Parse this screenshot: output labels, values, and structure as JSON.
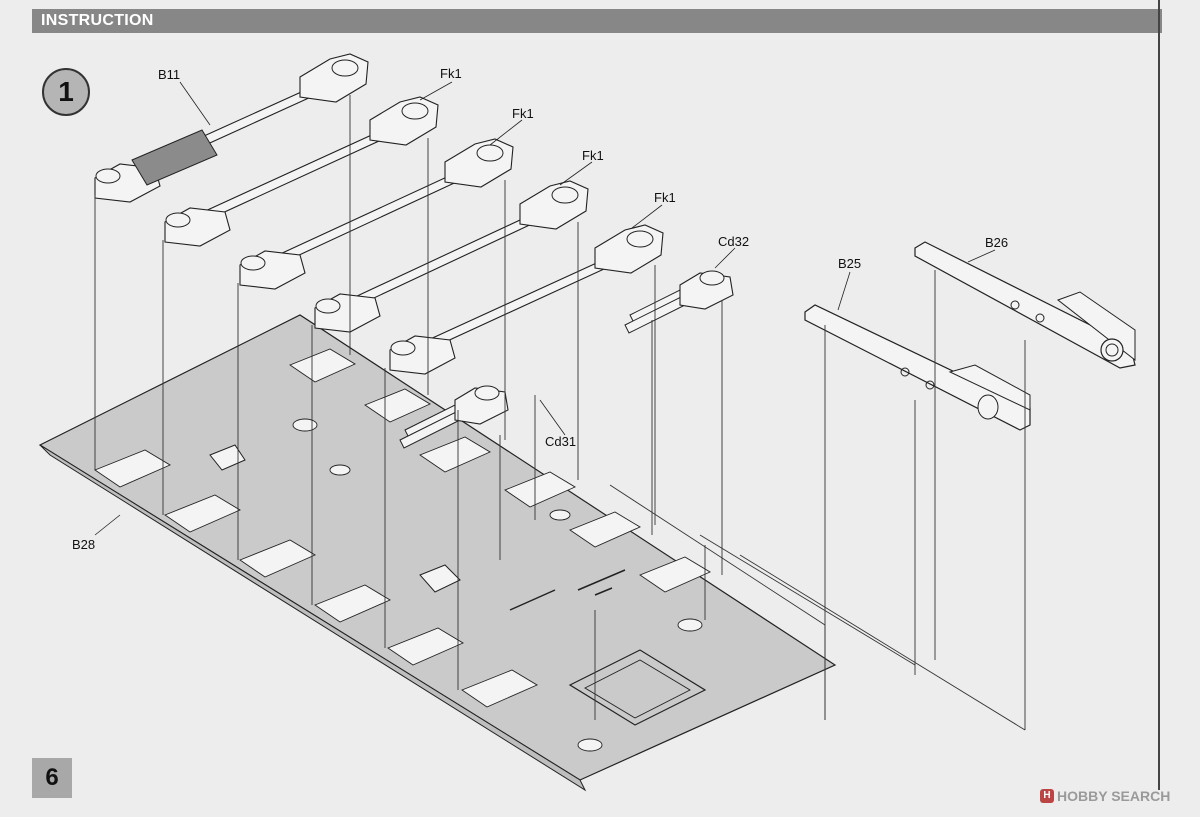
{
  "header": {
    "title": "INSTRUCTION"
  },
  "step": {
    "number": "1"
  },
  "page": {
    "number": "6"
  },
  "labels": {
    "b11": "B11",
    "fk1_a": "Fk1",
    "fk1_b": "Fk1",
    "fk1_c": "Fk1",
    "fk1_d": "Fk1",
    "cd32": "Cd32",
    "cd31": "Cd31",
    "b25": "B25",
    "b26": "B26",
    "b28": "B28"
  },
  "watermark": {
    "text": "HOBBY SEARCH",
    "logo": "H"
  },
  "colors": {
    "hull_fill": "#c9cac9",
    "outline": "#222222",
    "part_fill": "#f4f4f4",
    "header": "#878787"
  }
}
